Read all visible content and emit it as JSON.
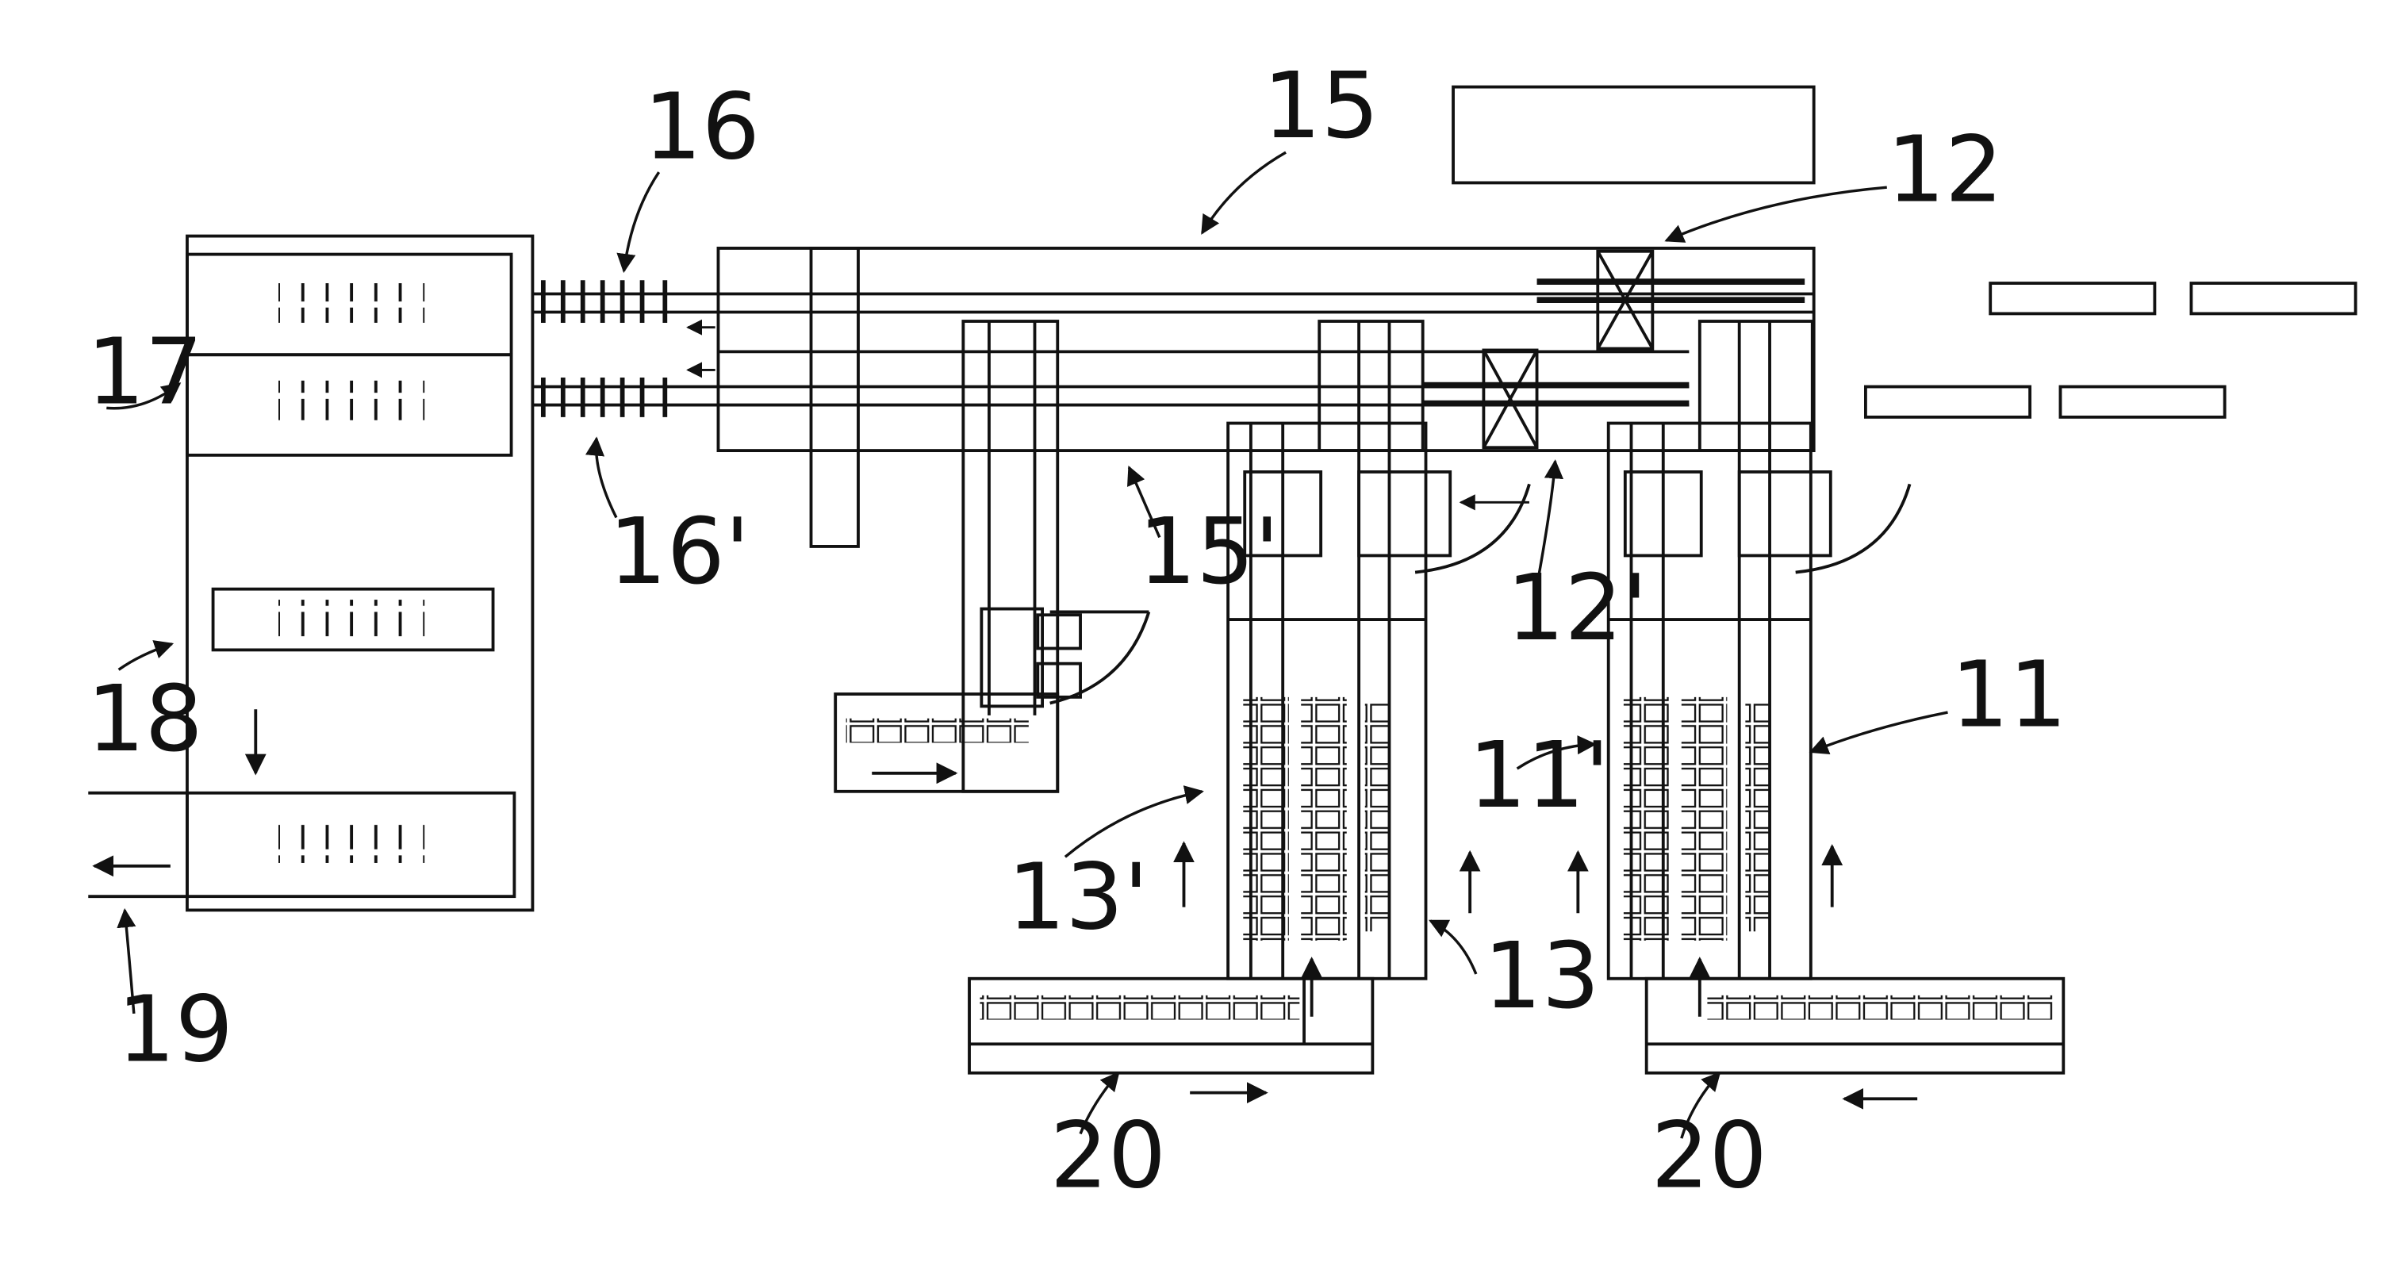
{
  "figure": {
    "line_color": "#111111",
    "background_color": "#ffffff"
  },
  "labels": {
    "l11": "11",
    "l11p": "11'",
    "l12": "12",
    "l12p": "12'",
    "l13": "13",
    "l13p": "13'",
    "l15": "15",
    "l15p": "15'",
    "l16": "16",
    "l16p": "16'",
    "l17": "17",
    "l18": "18",
    "l19": "19",
    "l20a": "20",
    "l20b": "20"
  }
}
